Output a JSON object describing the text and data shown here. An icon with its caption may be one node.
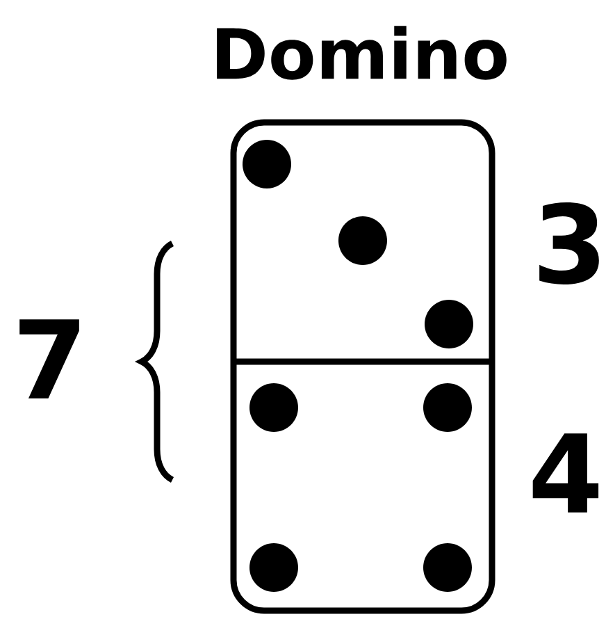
{
  "diagram": {
    "title": "Domino",
    "labels": [
      "3",
      "7",
      "4"
    ]
  }
}
